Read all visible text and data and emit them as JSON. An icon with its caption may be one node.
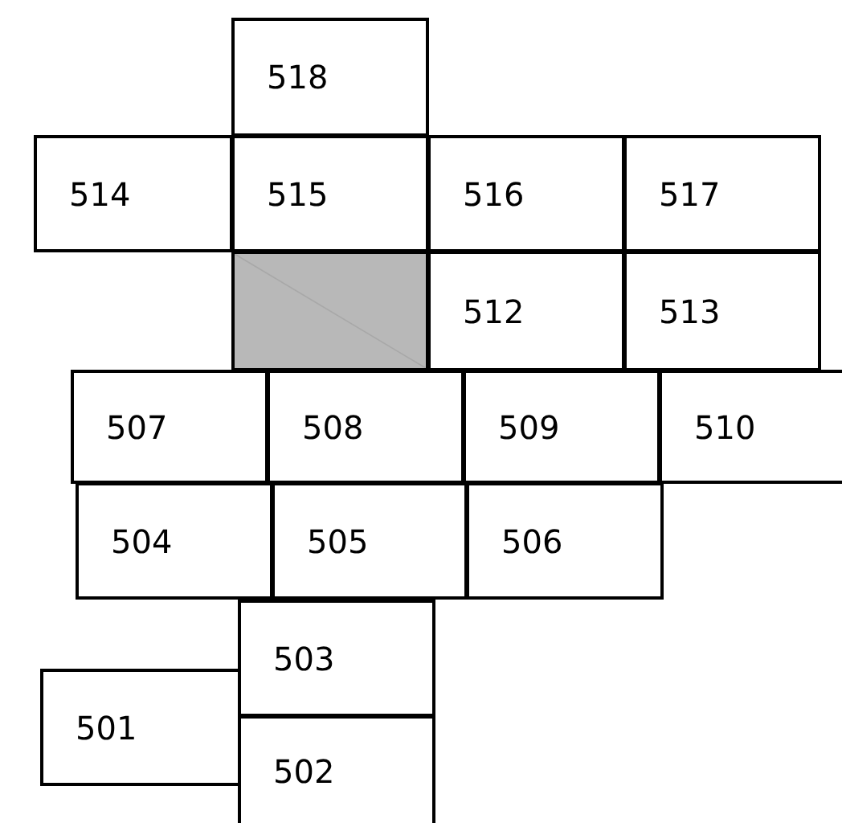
{
  "diagram": {
    "nodes": [
      {
        "text": [
          "518"
        ]
      },
      {
        "text": [
          "514"
        ]
      },
      {
        "text": [
          "515"
        ]
      },
      {
        "text": [
          "516"
        ]
      },
      {
        "text": [
          "517"
        ]
      },
      {
        "text": [],
        "shape": "box"
      },
      {
        "text": [
          "512"
        ]
      },
      {
        "text": [
          "513"
        ]
      },
      {
        "text": [
          "507"
        ]
      },
      {
        "text": [
          "508"
        ]
      },
      {
        "text": [
          "509"
        ]
      },
      {
        "text": [
          "510"
        ]
      },
      {
        "text": [
          "504"
        ]
      },
      {
        "text": [
          "505"
        ]
      },
      {
        "text": [
          "506"
        ]
      },
      {
        "text": [
          "503"
        ]
      },
      {
        "text": [
          "501"
        ]
      },
      {
        "text": [
          "502"
        ]
      }
    ]
  }
}
